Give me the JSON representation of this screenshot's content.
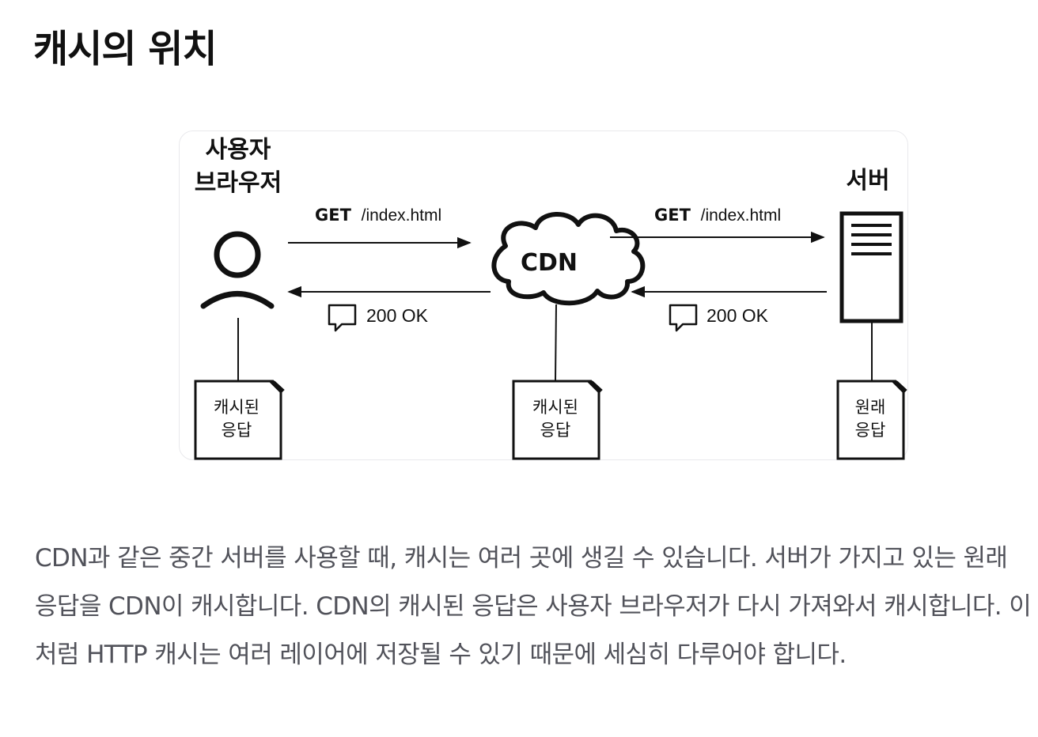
{
  "page": {
    "title": "캐시의 위치"
  },
  "diagram": {
    "client_label_line1": "사용자",
    "client_label_line2": "브라우저",
    "server_label": "서버",
    "cdn_label": "CDN",
    "request_left": {
      "method": "GET",
      "path": "/index.html"
    },
    "request_right": {
      "method": "GET",
      "path": "/index.html"
    },
    "response_left": "200 OK",
    "response_right": "200 OK",
    "doc_client": {
      "line1": "캐시된",
      "line2": "응답"
    },
    "doc_cdn": {
      "line1": "캐시된",
      "line2": "응답"
    },
    "doc_server": {
      "line1": "원래",
      "line2": "응답"
    }
  },
  "paragraph": {
    "text": "CDN과 같은 중간 서버를 사용할 때, 캐시는 여러 곳에 생길 수 있습니다. 서버가 가지고 있는 원래 응답을 CDN이 캐시합니다. CDN의 캐시된 응답은 사용자 브라우저가 다시 가져와서 캐시합니다. 이처럼 HTTP 캐시는 여러 레이어에 저장될 수 있기 때문에 세심히 다루어야 합니다."
  }
}
